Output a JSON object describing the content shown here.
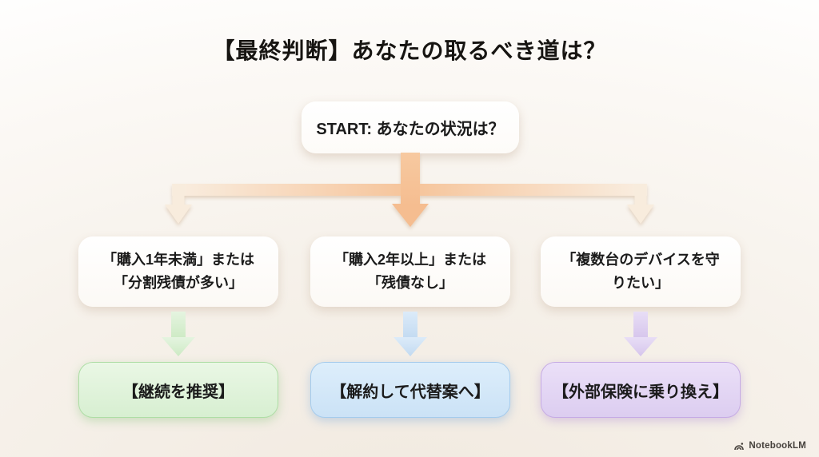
{
  "title": "【最終判断】あなたの取るべき道は？",
  "flowchart": {
    "type": "decision-tree",
    "start": {
      "label": "START: あなたの状況は？"
    },
    "conditions": [
      {
        "label": "「購入1年未満」または\n「分割残債が多い」"
      },
      {
        "label": "「購入2年以上」または\n「残債なし」"
      },
      {
        "label": "「複数台のデバイスを守\nりたい」"
      }
    ],
    "results": [
      {
        "label": "【継続を推奨】",
        "color_name": "green",
        "fill": "#d7efd1",
        "border": "#aedda5"
      },
      {
        "label": "【解約して代替案へ】",
        "color_name": "blue",
        "fill": "#cbe2f6",
        "border": "#a5cbec"
      },
      {
        "label": "【外部保険に乗り換え】",
        "color_name": "purple",
        "fill": "#dccdf0",
        "border": "#c6abe4"
      }
    ],
    "arrow_colors": {
      "main_center": "#f5bd90",
      "main_edges": "#f8ecdd",
      "branch_green": "#d3ecca",
      "branch_blue": "#c6ddf2",
      "branch_purple": "#dacbee"
    }
  },
  "footer": {
    "brand": "NotebookLM"
  }
}
